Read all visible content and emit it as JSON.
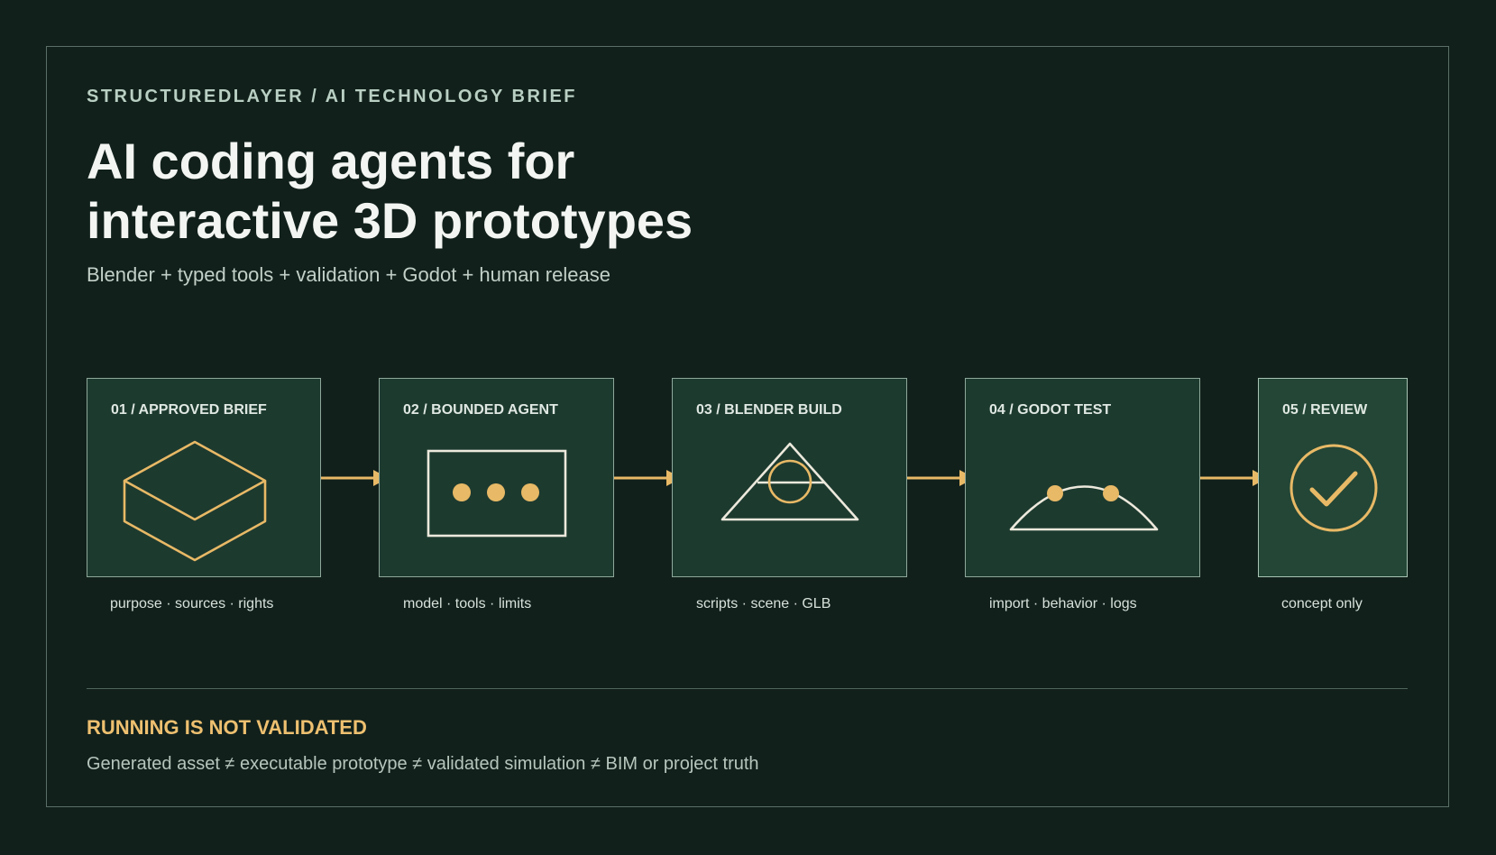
{
  "header": {
    "eyebrow": "STRUCTUREDLAYER / AI TECHNOLOGY BRIEF",
    "title_line1": "AI coding agents for",
    "title_line2": "interactive 3D prototypes",
    "subtitle": "Blender + typed tools + validation + Godot + human release"
  },
  "steps": [
    {
      "number": "01 /",
      "name": "APPROVED BRIEF",
      "caption": "purpose · sources · rights",
      "icon": "isometric-box-icon"
    },
    {
      "number": "02 /",
      "name": "BOUNDED AGENT",
      "caption": "model · tools · limits",
      "icon": "terminal-dots-icon"
    },
    {
      "number": "03 /",
      "name": "BLENDER BUILD",
      "caption": "scripts · scene · GLB",
      "icon": "triangle-circle-icon"
    },
    {
      "number": "04 /",
      "name": "GODOT TEST",
      "caption": "import · behavior · logs",
      "icon": "arc-dots-icon"
    },
    {
      "number": "05 /",
      "name": "REVIEW",
      "caption": "concept only",
      "icon": "check-circle-icon"
    }
  ],
  "footer": {
    "warning": "RUNNING IS NOT VALIDATED",
    "note": "Generated asset ≠ executable prototype ≠ validated simulation ≠ BIM or project truth"
  },
  "colors": {
    "background": "#11201b",
    "box": "#1d3a2f",
    "accent": "#e8b966",
    "outline": "#ece9dc"
  }
}
